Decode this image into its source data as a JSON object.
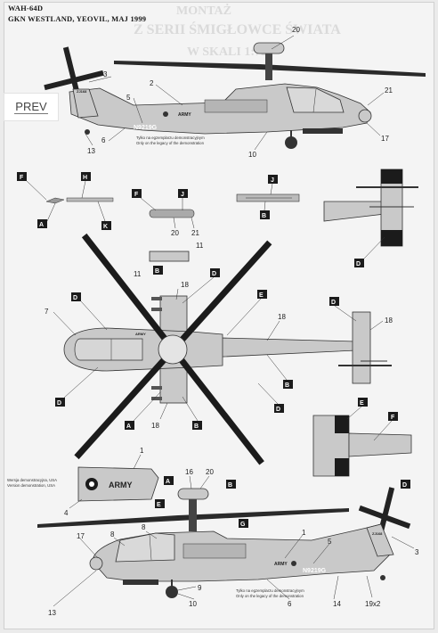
{
  "header": {
    "model": "WAH-64D",
    "subtitle": "GKN WESTLAND, YEOVIL, MAJ 1999"
  },
  "nav": {
    "prev_label": "PREV"
  },
  "background_text": {
    "line1": "MONTAŻ",
    "line2": "Z SERII ŚMIGŁOWCE ŚWIATA",
    "line3": "W SKALI 1:72"
  },
  "markings": {
    "army": "ARMY",
    "registration": "N9219G",
    "army_small": "ARMY",
    "zj_code": "ZJ168",
    "note_pl": "Tylko na egzemplarzu demonstracyjnym",
    "note_en": "Only on the legacy of the demonstration",
    "inset_note_pl": "Wersja demonstracyjna, USA",
    "inset_note_en": "Version demonstration, USA"
  },
  "callouts": {
    "top": [
      "20",
      "3",
      "2",
      "5",
      "21",
      "6",
      "13",
      "10",
      "17"
    ],
    "weapons": [
      "11",
      "11",
      "20",
      "21"
    ],
    "plan": [
      "7",
      "18",
      "18",
      "18",
      "18"
    ],
    "bottom": [
      "1",
      "16",
      "20",
      "4",
      "17",
      "8",
      "8",
      "1",
      "5",
      "3",
      "9",
      "10",
      "13",
      "6",
      "14",
      "19x2"
    ]
  },
  "tags": {
    "F": "F",
    "H": "H",
    "A": "A",
    "K": "K",
    "J": "J",
    "B": "B",
    "D": "D",
    "E": "E",
    "G": "G"
  },
  "colors": {
    "paper": "#f4f4f4",
    "camouflage": "#c9c9c9",
    "ink": "#1b1b1b"
  }
}
